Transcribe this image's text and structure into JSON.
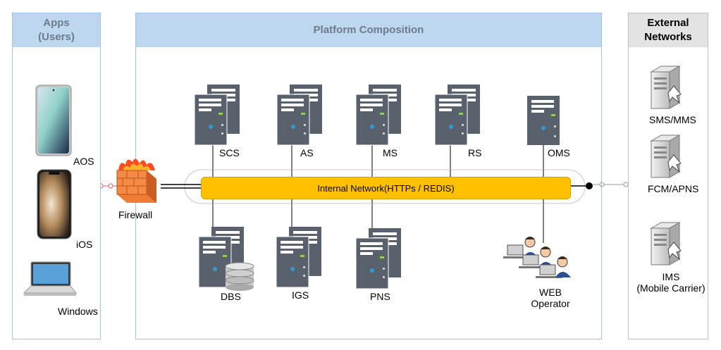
{
  "apps_panel": {
    "title_line1": "Apps",
    "title_line2": "(Users)",
    "devices": [
      {
        "label": "AOS",
        "icon": "android-phone-icon"
      },
      {
        "label": "iOS",
        "icon": "iphone-icon"
      },
      {
        "label": "Windows",
        "icon": "laptop-icon"
      }
    ]
  },
  "platform_panel": {
    "title": "Platform Composition",
    "firewall_label": "Firewall",
    "network_label": "Internal Network(HTTPs / REDIS)",
    "top_servers": [
      "SCS",
      "AS",
      "MS",
      "RS",
      "OMS"
    ],
    "bottom_servers": [
      "DBS",
      "IGS",
      "PNS"
    ],
    "operator_line1": "WEB",
    "operator_line2": "Operator"
  },
  "external_panel": {
    "title_line1": "External",
    "title_line2": "Networks",
    "nodes": [
      {
        "label_line1": "SMS/MMS",
        "label_line2": ""
      },
      {
        "label_line1": "FCM/APNS",
        "label_line2": ""
      },
      {
        "label_line1": "IMS",
        "label_line2": "(Mobile Carrier)"
      }
    ]
  },
  "colors": {
    "panel_border_blue": "#9dc3e6",
    "panel_header_blue": "#bdd7ee",
    "external_header": "#e3e3e3",
    "server_body": "#59616d",
    "server_led": "#92d050",
    "server_dot": "#2e9bd6",
    "network_bus": "#ffc000",
    "firewall": "#f07b32"
  }
}
